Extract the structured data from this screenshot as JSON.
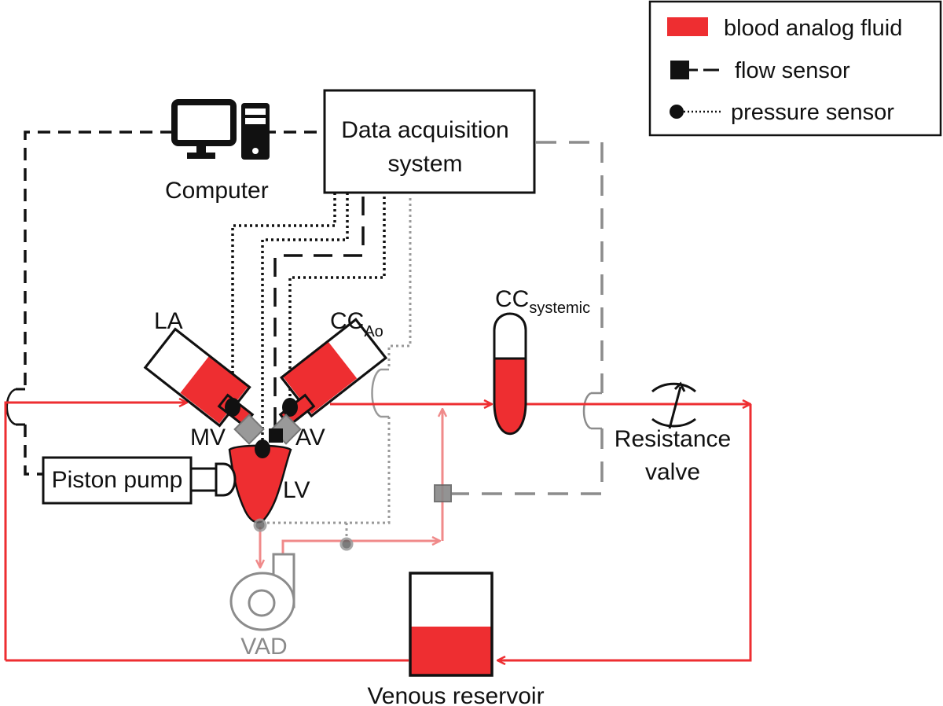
{
  "legend": {
    "items": [
      {
        "symbol": "red-fill",
        "label": "blood analog fluid"
      },
      {
        "symbol": "flow-sensor",
        "label": "flow sensor"
      },
      {
        "symbol": "pressure-sensor",
        "label": "pressure sensor"
      }
    ]
  },
  "components": {
    "computer": "Computer",
    "daq_line1": "Data acquisition",
    "daq_line2": "system",
    "la": "LA",
    "cc_ao_main": "CC",
    "cc_ao_sub": "Ao",
    "cc_sys_main": "CC",
    "cc_sys_sub": "systemic",
    "mv": "MV",
    "av": "AV",
    "lv": "LV",
    "piston_pump": "Piston pump",
    "resistance_line1": "Resistance",
    "resistance_line2": "valve",
    "vad": "VAD",
    "venous_reservoir": "Venous reservoir"
  },
  "colors": {
    "blood": "#ee2e31",
    "blood_light": "#f08a8a",
    "line": "#000000",
    "gray": "#8c8c8c",
    "valve": "#999999"
  },
  "fill_levels": {
    "venous_reservoir": 0.5,
    "cc_systemic": 0.66
  }
}
